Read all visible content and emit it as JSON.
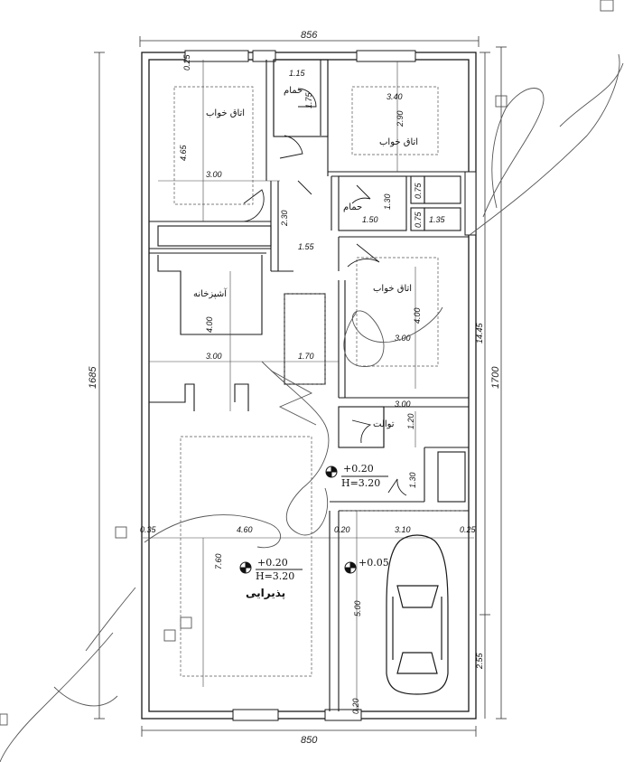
{
  "dimensions": {
    "top_width": "856",
    "bottom_width": "850",
    "left_height": "1685",
    "right_height": "1700",
    "right_upper": "14.45",
    "right_lower": "2.55"
  },
  "rooms": {
    "bedroom_1": "اتاق خواب",
    "bedroom_2": "اتاق خواب",
    "bedroom_3": "اتاق خواب",
    "bath_1": "حمام",
    "bath_2": "حمام",
    "kitchen": "آشپزخانه",
    "toilet": "توالت",
    "living": "پذیرایی"
  },
  "room_dims": {
    "bath1_w": "1.15",
    "bath1_h": "1.75",
    "bed1_h": "4.65",
    "bed1_w": "3.00",
    "bed2_w": "3.40",
    "bed2_h": "2.90",
    "bath2_h": "1.30",
    "bath2_w": "1.50",
    "hall_h": "2.30",
    "hall_w": "1.55",
    "closet_1": "0.75",
    "closet_2": "0.75",
    "closet_3": "1.35",
    "kitchen_h": "4.00",
    "kitchen_w": "3.00",
    "mid_w": "1.70",
    "bed3_h": "4.00",
    "bed3_w": "3.00",
    "toilet_w": "3.00",
    "toilet_h": "1.20",
    "entry_h": "1.30",
    "wall_left": "0.35",
    "living_w": "4.60",
    "wall_mid": "0.20",
    "parking_w": "3.10",
    "wall_right": "0.25",
    "living_h": "7.60",
    "parking_h": "5.00",
    "wall_bottom": "0.20",
    "wall_top": "0.25"
  },
  "levels": {
    "entry_level": "+0.20",
    "entry_height": "H=3.20",
    "living_level": "+0.20",
    "living_height": "H=3.20",
    "parking_level": "+0.05"
  },
  "colors": {
    "wall": "#1a1a1a",
    "dim_line": "#333333",
    "watermark": "#555555"
  }
}
